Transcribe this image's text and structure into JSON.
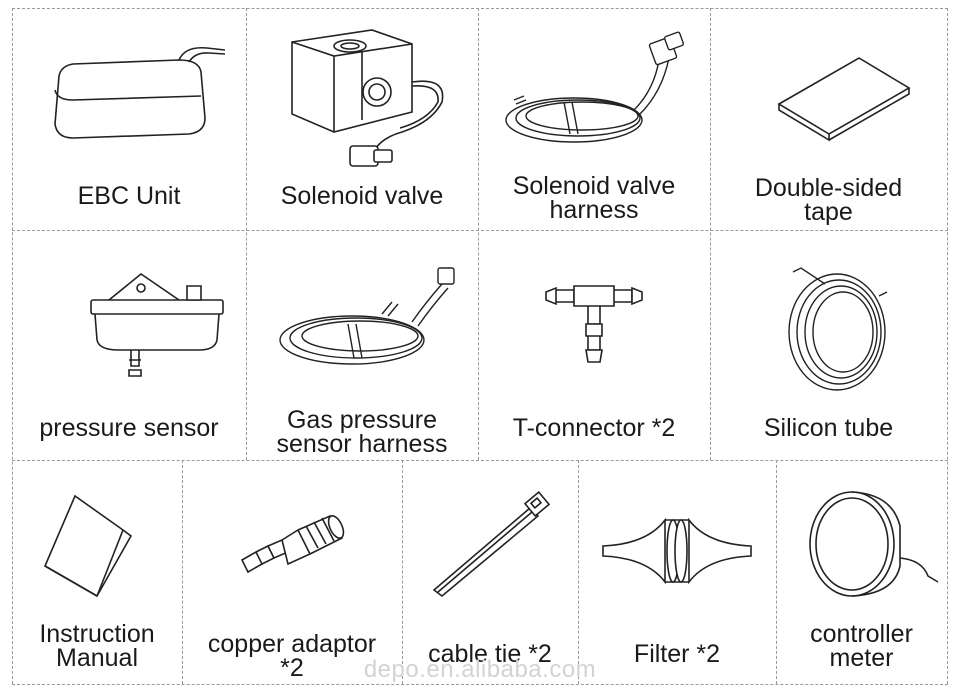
{
  "items": [
    {
      "label": "EBC Unit",
      "icon": "ebc-unit-icon"
    },
    {
      "label": "Solenoid valve",
      "icon": "solenoid-valve-icon"
    },
    {
      "label": "Solenoid valve\nharness",
      "icon": "wire-harness-icon"
    },
    {
      "label": "Double-sided\ntape",
      "icon": "tape-icon"
    },
    {
      "label": "pressure sensor",
      "icon": "pressure-sensor-icon"
    },
    {
      "label": "Gas pressure\nsensor harness",
      "icon": "wire-harness-icon"
    },
    {
      "label": "T-connector *2",
      "icon": "t-connector-icon"
    },
    {
      "label": "Silicon tube",
      "icon": "silicon-tube-icon"
    },
    {
      "label": "Instruction\nManual",
      "icon": "manual-icon"
    },
    {
      "label": "copper adaptor\n*2",
      "icon": "copper-adaptor-icon"
    },
    {
      "label": "cable tie *2",
      "icon": "cable-tie-icon"
    },
    {
      "label": "Filter *2",
      "icon": "filter-icon"
    },
    {
      "label": "controller\nmeter",
      "icon": "gauge-icon"
    }
  ],
  "watermark": "depo.en.alibaba.com"
}
